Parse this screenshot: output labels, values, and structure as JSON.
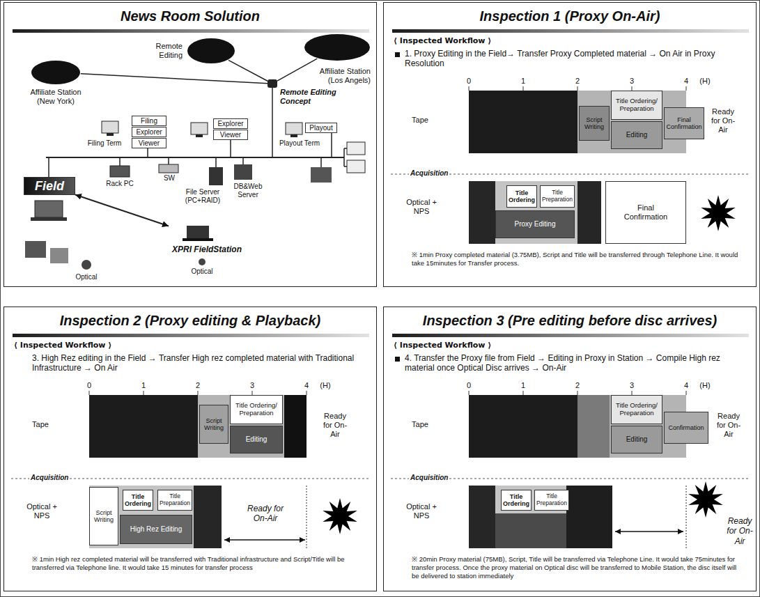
{
  "diagram": {
    "nodes": [
      {
        "text": [
          "News Room Solution"
        ]
      },
      {
        "text": [
          "Remote Editing"
        ],
        "in": 0
      },
      {
        "text": [
          "Remote Editing Concept"
        ],
        "in": 0
      },
      {
        "text": [
          "Affiliate Station (Los Angels)"
        ],
        "in": 0
      },
      {
        "text": [
          "Affiliate Station (New York)"
        ],
        "in": 0
      },
      {
        "text": [
          "Filing"
        ],
        "in": 0
      },
      {
        "text": [
          "Explorer"
        ],
        "in": 0
      },
      {
        "text": [
          "Viewer"
        ],
        "in": 0
      },
      {
        "text": [
          "Explorer"
        ],
        "in": 0
      },
      {
        "text": [
          "Viewer"
        ],
        "in": 0
      },
      {
        "text": [
          "Playout"
        ],
        "in": 0
      },
      {
        "text": [
          "Field"
        ],
        "in": 0
      },
      {
        "text": [
          "XPRI FieldStation"
        ],
        "in": 0
      },
      {
        "text": [
          "Inspection 1 (Proxy On-Air)"
        ]
      },
      {
        "text": [
          "Script Writing"
        ],
        "in": 13
      },
      {
        "text": [
          "Title Ordering/ Preparation"
        ],
        "in": 13
      },
      {
        "text": [
          "Editing"
        ],
        "in": 13
      },
      {
        "text": [
          "Final Confirmation"
        ],
        "in": 13
      },
      {
        "text": [
          "Title Ordering"
        ],
        "in": 13
      },
      {
        "text": [
          "Title Preparation"
        ],
        "in": 13
      },
      {
        "text": [
          "Proxy Editing"
        ],
        "in": 13
      },
      {
        "text": [
          "Final Confirmation"
        ],
        "in": 13
      },
      {
        "text": [
          "Inspection 2 (Proxy editing & Playback)"
        ]
      },
      {
        "text": [
          "Script Writing"
        ],
        "in": 22
      },
      {
        "text": [
          "Title Ordering/ Preparation"
        ],
        "in": 22
      },
      {
        "text": [
          "Editing"
        ],
        "in": 22
      },
      {
        "text": [
          "Script Writing"
        ],
        "in": 22
      },
      {
        "text": [
          "Title Ordering"
        ],
        "in": 22
      },
      {
        "text": [
          "Title Preparation"
        ],
        "in": 22
      },
      {
        "text": [
          "High Rez Editing"
        ],
        "in": 22
      },
      {
        "text": [
          "Inspection 3 (Pre editing before disc arrives)"
        ]
      },
      {
        "text": [
          "Title Ordering/ Preparation"
        ],
        "in": 30
      },
      {
        "text": [
          "Editing"
        ],
        "in": 30
      },
      {
        "text": [
          "Confirmation"
        ],
        "in": 30
      },
      {
        "text": [
          "Title Ordering"
        ],
        "in": 30
      },
      {
        "text": [
          "Title Preparation"
        ],
        "in": 30
      }
    ],
    "edges": [
      {
        "from": 2,
        "to": 1,
        "arrow": "none"
      },
      {
        "from": 2,
        "to": 3,
        "arrow": "none"
      },
      {
        "from": 2,
        "to": 4,
        "arrow": "none"
      },
      {
        "from": 11,
        "to": 12,
        "arrow": "both"
      }
    ],
    "labels": [
      "Filing Term",
      "Playout Term",
      "Rack PC",
      "SW",
      "DB&Web Server",
      "File Server (PC+RAID)",
      "Optical",
      "Optical",
      "⟨ Inspected Workflow ⟩",
      "1. Proxy Editing in the Field→ Transfer Proxy Completed material → On Air in Proxy Resolution",
      "0",
      "1",
      "2",
      "3",
      "4",
      "(H)",
      "Tape",
      "Ready for On-Air",
      "Acquisition",
      "Optical + NPS",
      "※ 1min Proxy completed material (3.75MB), Script and Title will be transferred through Telephone Line. It would take 15minutes for Transfer process.",
      "⟨ Inspected Workflow ⟩",
      "3. High Rez editing in the Field → Transfer High rez completed material with Traditional Infrastructure → On Air",
      "0",
      "1",
      "2",
      "3",
      "4",
      "(H)",
      "Tape",
      "Ready for On-Air",
      "Acquisition",
      "Optical + NPS",
      "Ready for On-Air",
      "※ 1min High rez completed material will be transferred with Traditional infrastructure and Script/Title will be transferred via Telephone line. It would take 15 minutes for transfer process",
      "⟨ Inspected Workflow ⟩",
      "4. Transfer the Proxy file from Field → Editing in Proxy in Station → Compile High rez material once Optical Disc arrives → On-Air",
      "0",
      "1",
      "2",
      "3",
      "4",
      "(H)",
      "Tape",
      "Ready for On-Air",
      "Acquisition",
      "Optical + NPS",
      "Ready for On-Air",
      "※ 20min Proxy material (75MB), Script, Title will be transferred via Telephone Line. It would take 75minutes for transfer process. Once the proxy material on Optical disc will be transferred to Mobile Station, the disc itself will be delivered to station immediately"
    ]
  }
}
